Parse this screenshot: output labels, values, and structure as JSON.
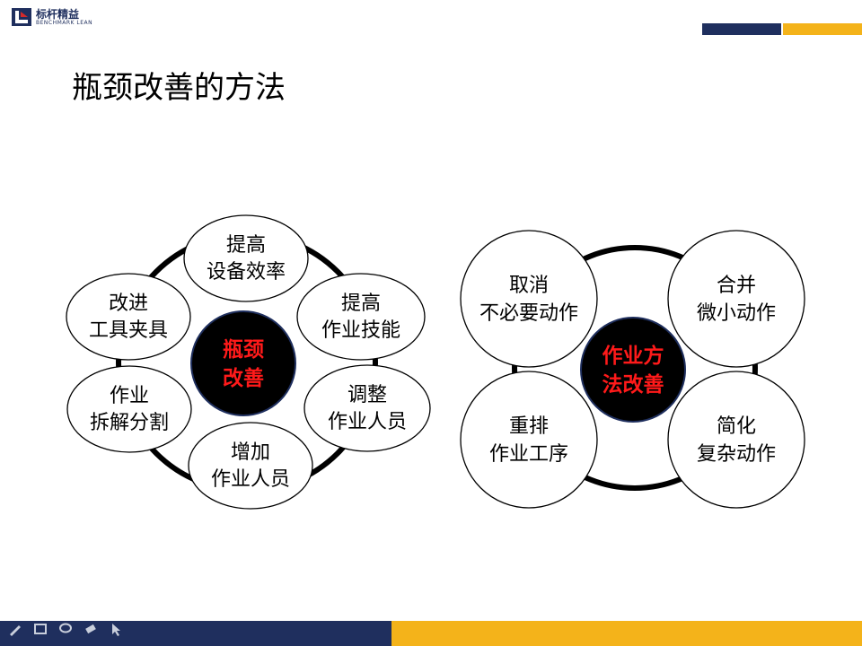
{
  "header": {
    "logo_text": "标杆精益",
    "logo_sub": "BENCHMARK LEAN",
    "brand_colors": {
      "navy": "#1f2f5e",
      "gold": "#f4b31a"
    }
  },
  "slide": {
    "title": "瓶颈改善的方法"
  },
  "left_diagram": {
    "center": [
      "瓶颈",
      "改善"
    ],
    "nodes": [
      {
        "lines": [
          "提高",
          "设备效率"
        ]
      },
      {
        "lines": [
          "提高",
          "作业技能"
        ]
      },
      {
        "lines": [
          "调整",
          "作业人员"
        ]
      },
      {
        "lines": [
          "增加",
          "作业人员"
        ]
      },
      {
        "lines": [
          "作业",
          "拆解分割"
        ]
      },
      {
        "lines": [
          "改进",
          "工具夹具"
        ]
      }
    ]
  },
  "right_diagram": {
    "center": [
      "作业方",
      "法改善"
    ],
    "nodes": [
      {
        "lines": [
          "取消",
          "不必要动作"
        ]
      },
      {
        "lines": [
          "合并",
          "微小动作"
        ]
      },
      {
        "lines": [
          "重排",
          "作业工序"
        ]
      },
      {
        "lines": [
          "简化",
          "复杂动作"
        ]
      }
    ]
  },
  "footer": {
    "tools": [
      "pen-icon",
      "slide-icon",
      "comment-icon",
      "eraser-icon",
      "pointer-icon"
    ]
  }
}
